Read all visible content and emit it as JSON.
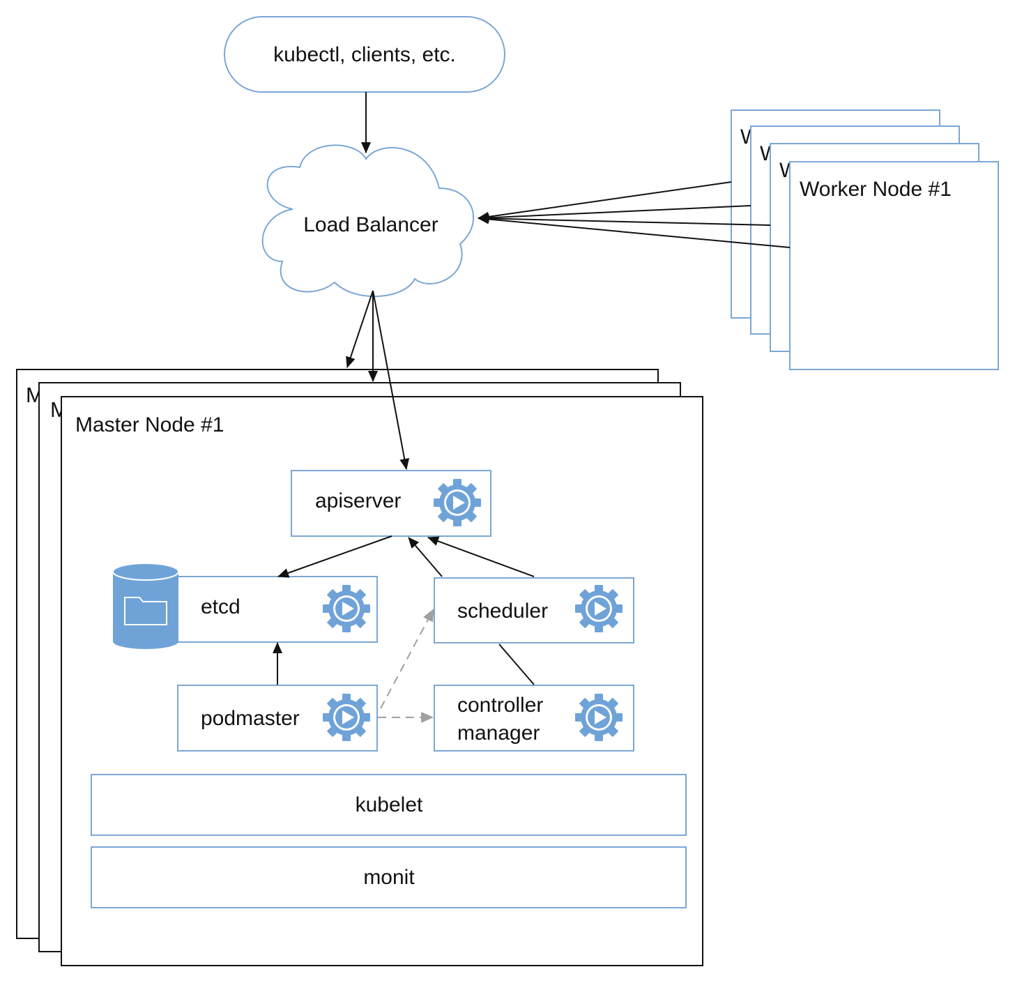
{
  "colors": {
    "accent": "#6fa3d8",
    "box_border": "#7ba7d4",
    "edge": "#111111",
    "dashed_edge": "#a0a0a0"
  },
  "client": {
    "label": "kubectl, clients, etc."
  },
  "load_balancer": {
    "label": "Load Balancer"
  },
  "worker_nodes": {
    "title": "Worker Node #1",
    "stacked_prefix": "W"
  },
  "master_nodes": {
    "title": "Master Node #1",
    "stacked_prefix": "M"
  },
  "components": {
    "apiserver": "apiserver",
    "etcd": "etcd",
    "scheduler": "scheduler",
    "podmaster": "podmaster",
    "controller_manager_line1": "controller",
    "controller_manager_line2": "manager",
    "kubelet": "kubelet",
    "monit": "monit"
  },
  "icons": {
    "service": "gear-play-icon",
    "storage": "database-folder-icon"
  }
}
